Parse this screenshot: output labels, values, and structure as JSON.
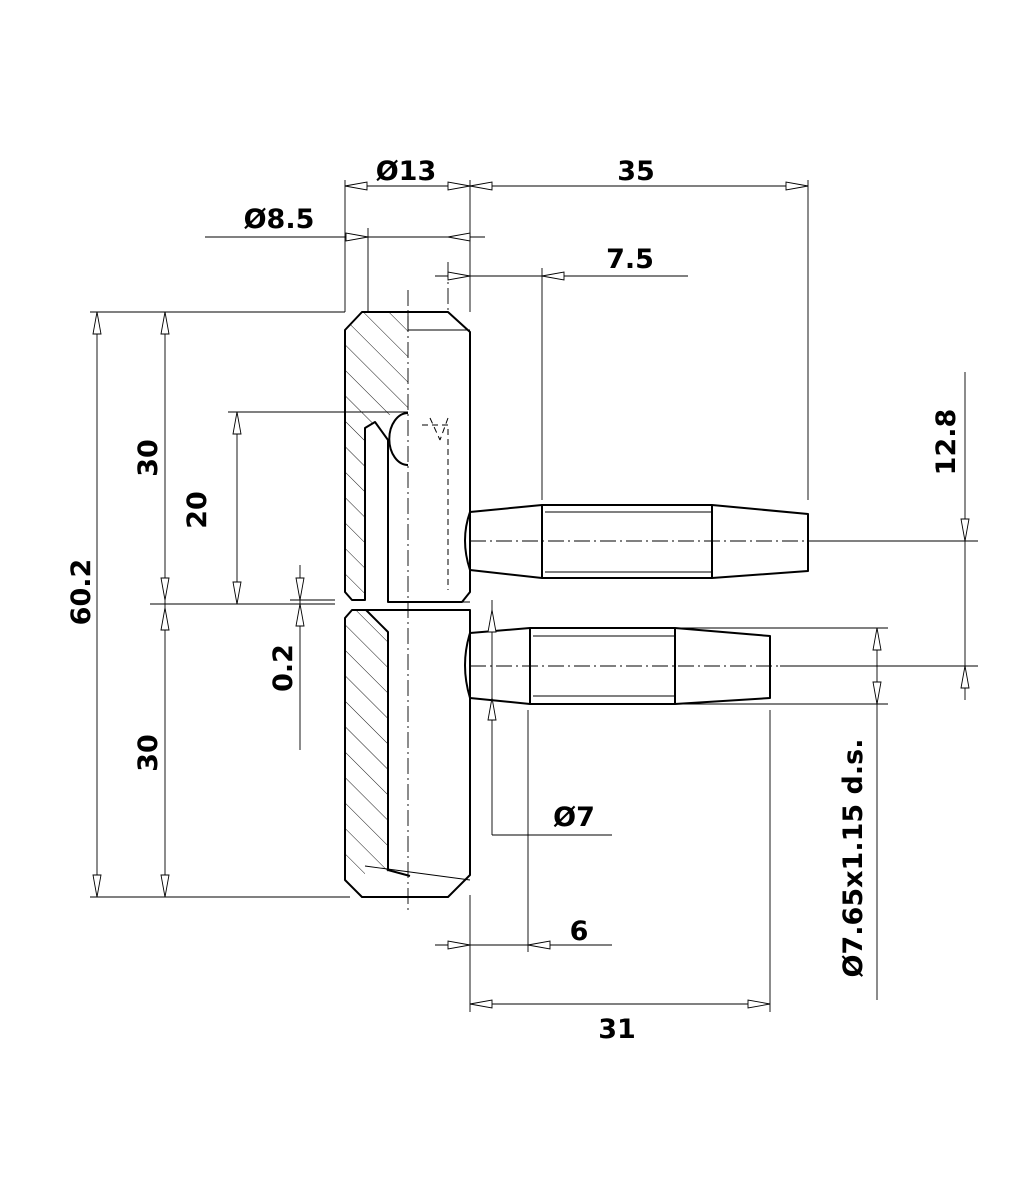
{
  "diagram": {
    "dimensions": {
      "dia13": "Ø13",
      "len35": "35",
      "dia8_5": "Ø8.5",
      "len7_5": "7.5",
      "len12_8": "12.8",
      "len60_2": "60.2",
      "len30_top": "30",
      "len20": "20",
      "len0_2": "0.2",
      "len30_bottom": "30",
      "dia7": "Ø7",
      "len6": "6",
      "len31": "31",
      "thread": "Ø7.65x1.15 d.s."
    }
  }
}
